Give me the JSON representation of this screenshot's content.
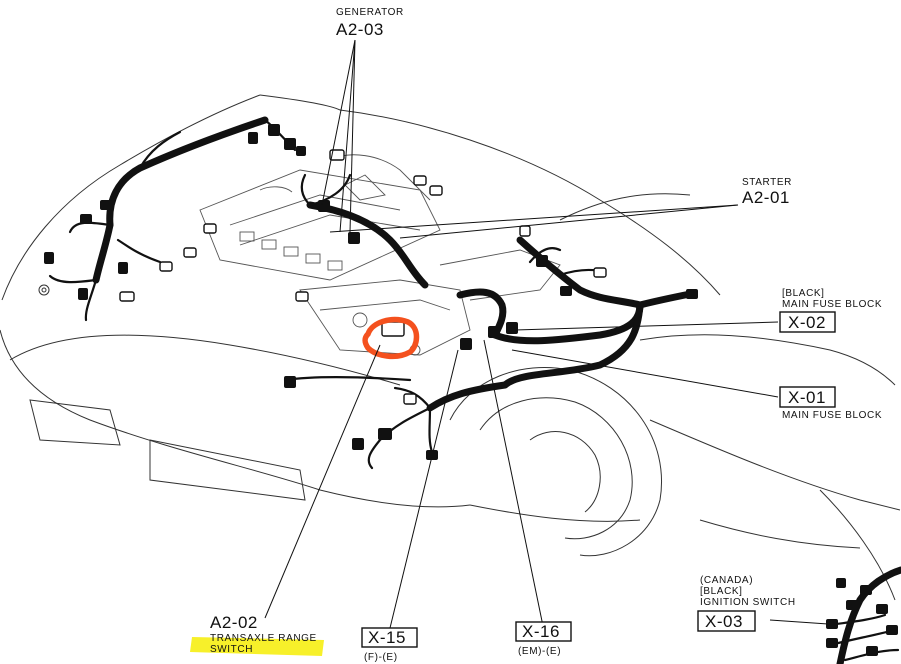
{
  "labels": {
    "generator": {
      "name": "GENERATOR",
      "code": "A2-03"
    },
    "starter": {
      "name": "STARTER",
      "code": "A2-01"
    },
    "x02": {
      "note1": "[BLACK]",
      "note2": "MAIN FUSE BLOCK",
      "code": "X-02"
    },
    "x01": {
      "code": "X-01",
      "note": "MAIN FUSE BLOCK"
    },
    "a202": {
      "code": "A2-02",
      "line1": "TRANSAXLE RANGE",
      "line2": "SWITCH"
    },
    "x15": {
      "code": "X-15",
      "sub": "(F)-(E)"
    },
    "x16": {
      "code": "X-16",
      "sub": "(EM)-(E)"
    },
    "x03": {
      "note1": "(CANADA)",
      "note2": "[BLACK]",
      "note3": "IGNITION SWITCH",
      "code": "X-03"
    }
  },
  "colors": {
    "harness": "#111111",
    "highlight_circle": "#f4511e",
    "highlighter": "#f7f02a"
  }
}
